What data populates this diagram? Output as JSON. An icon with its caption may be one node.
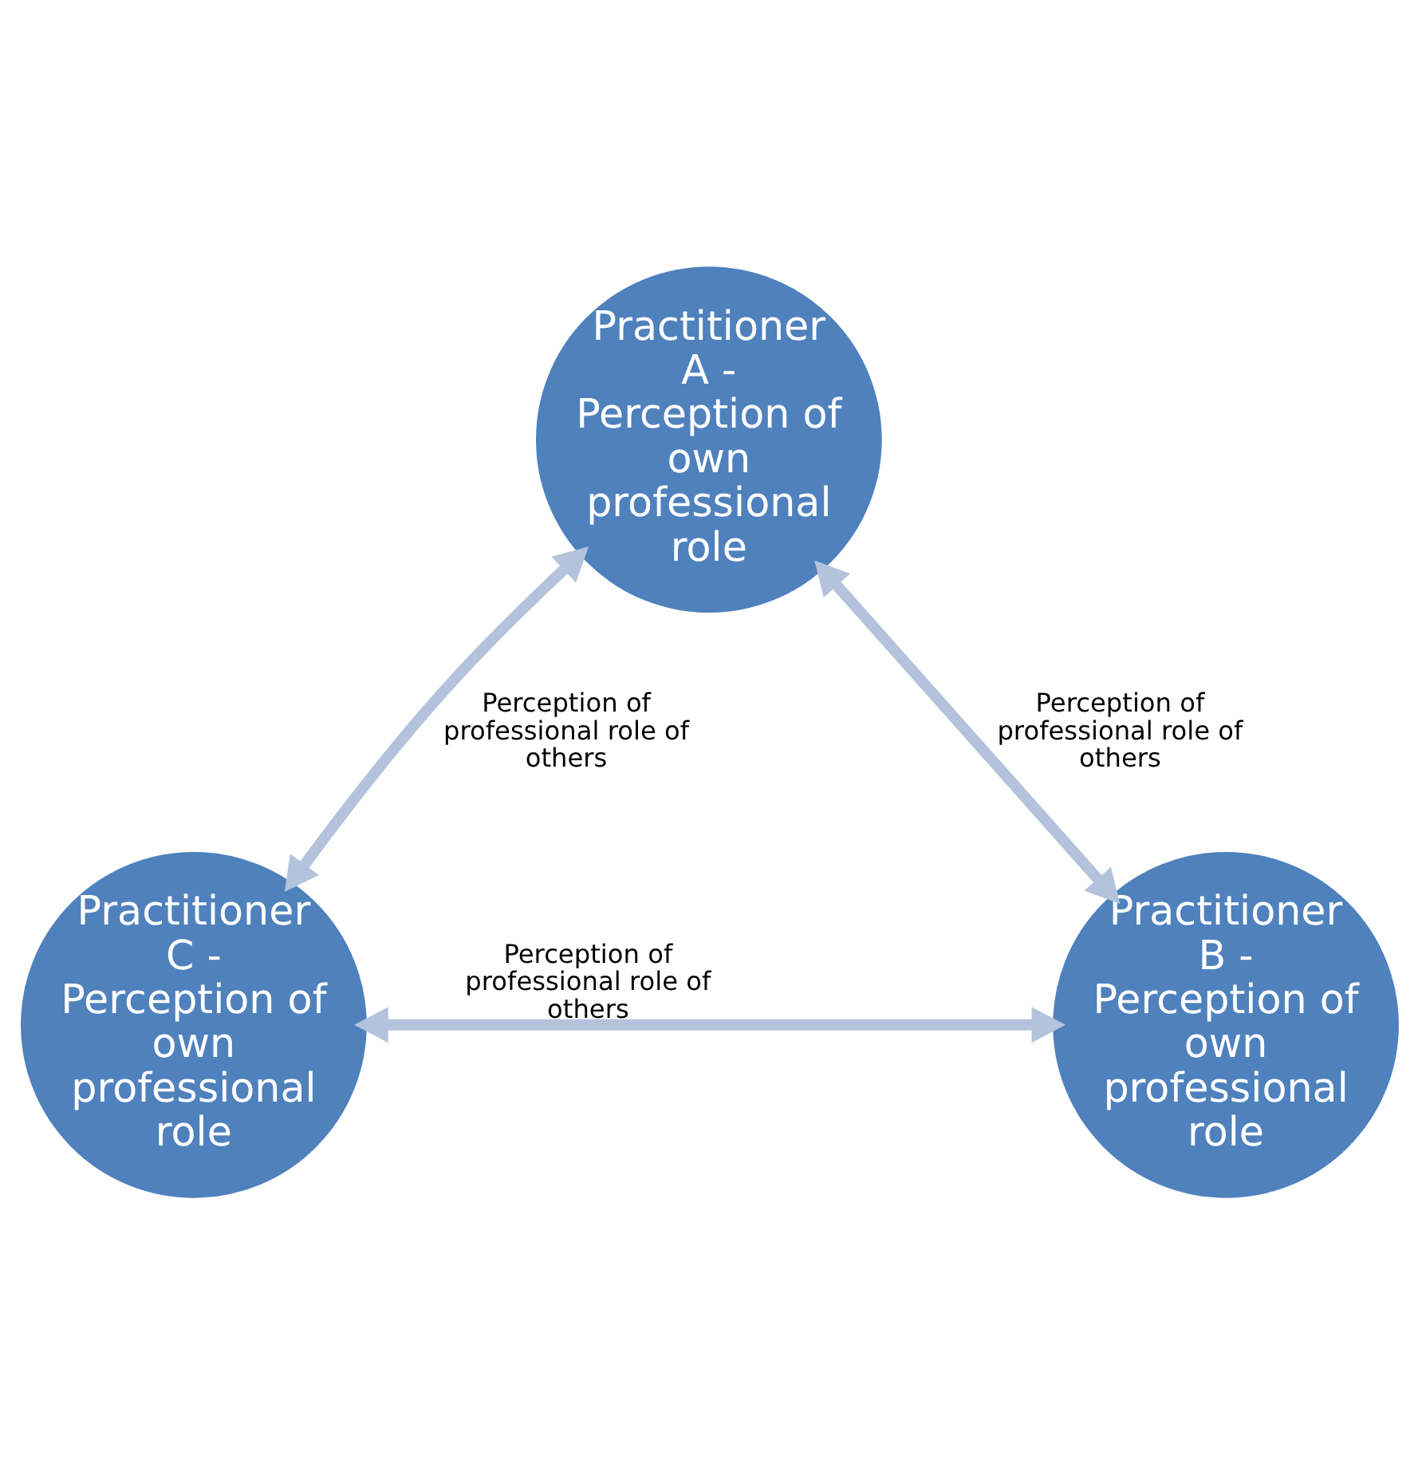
{
  "diagram": {
    "nodes": [
      {
        "text": [
          "Practitioner A - Perception of own professional role"
        ]
      },
      {
        "text": [
          "Practitioner C - Perception of own professional role"
        ]
      },
      {
        "text": [
          "Practitioner B - Perception of own professional role"
        ]
      }
    ],
    "edges": [
      {
        "from": 0,
        "to": 2,
        "arrow": "both",
        "label": "Perception of professional role of others"
      },
      {
        "from": 1,
        "to": 0,
        "arrow": "both",
        "label": "Perception of professional role of others"
      },
      {
        "from": 1,
        "to": 2,
        "arrow": "both",
        "label": "Perception of professional role of others"
      }
    ]
  }
}
